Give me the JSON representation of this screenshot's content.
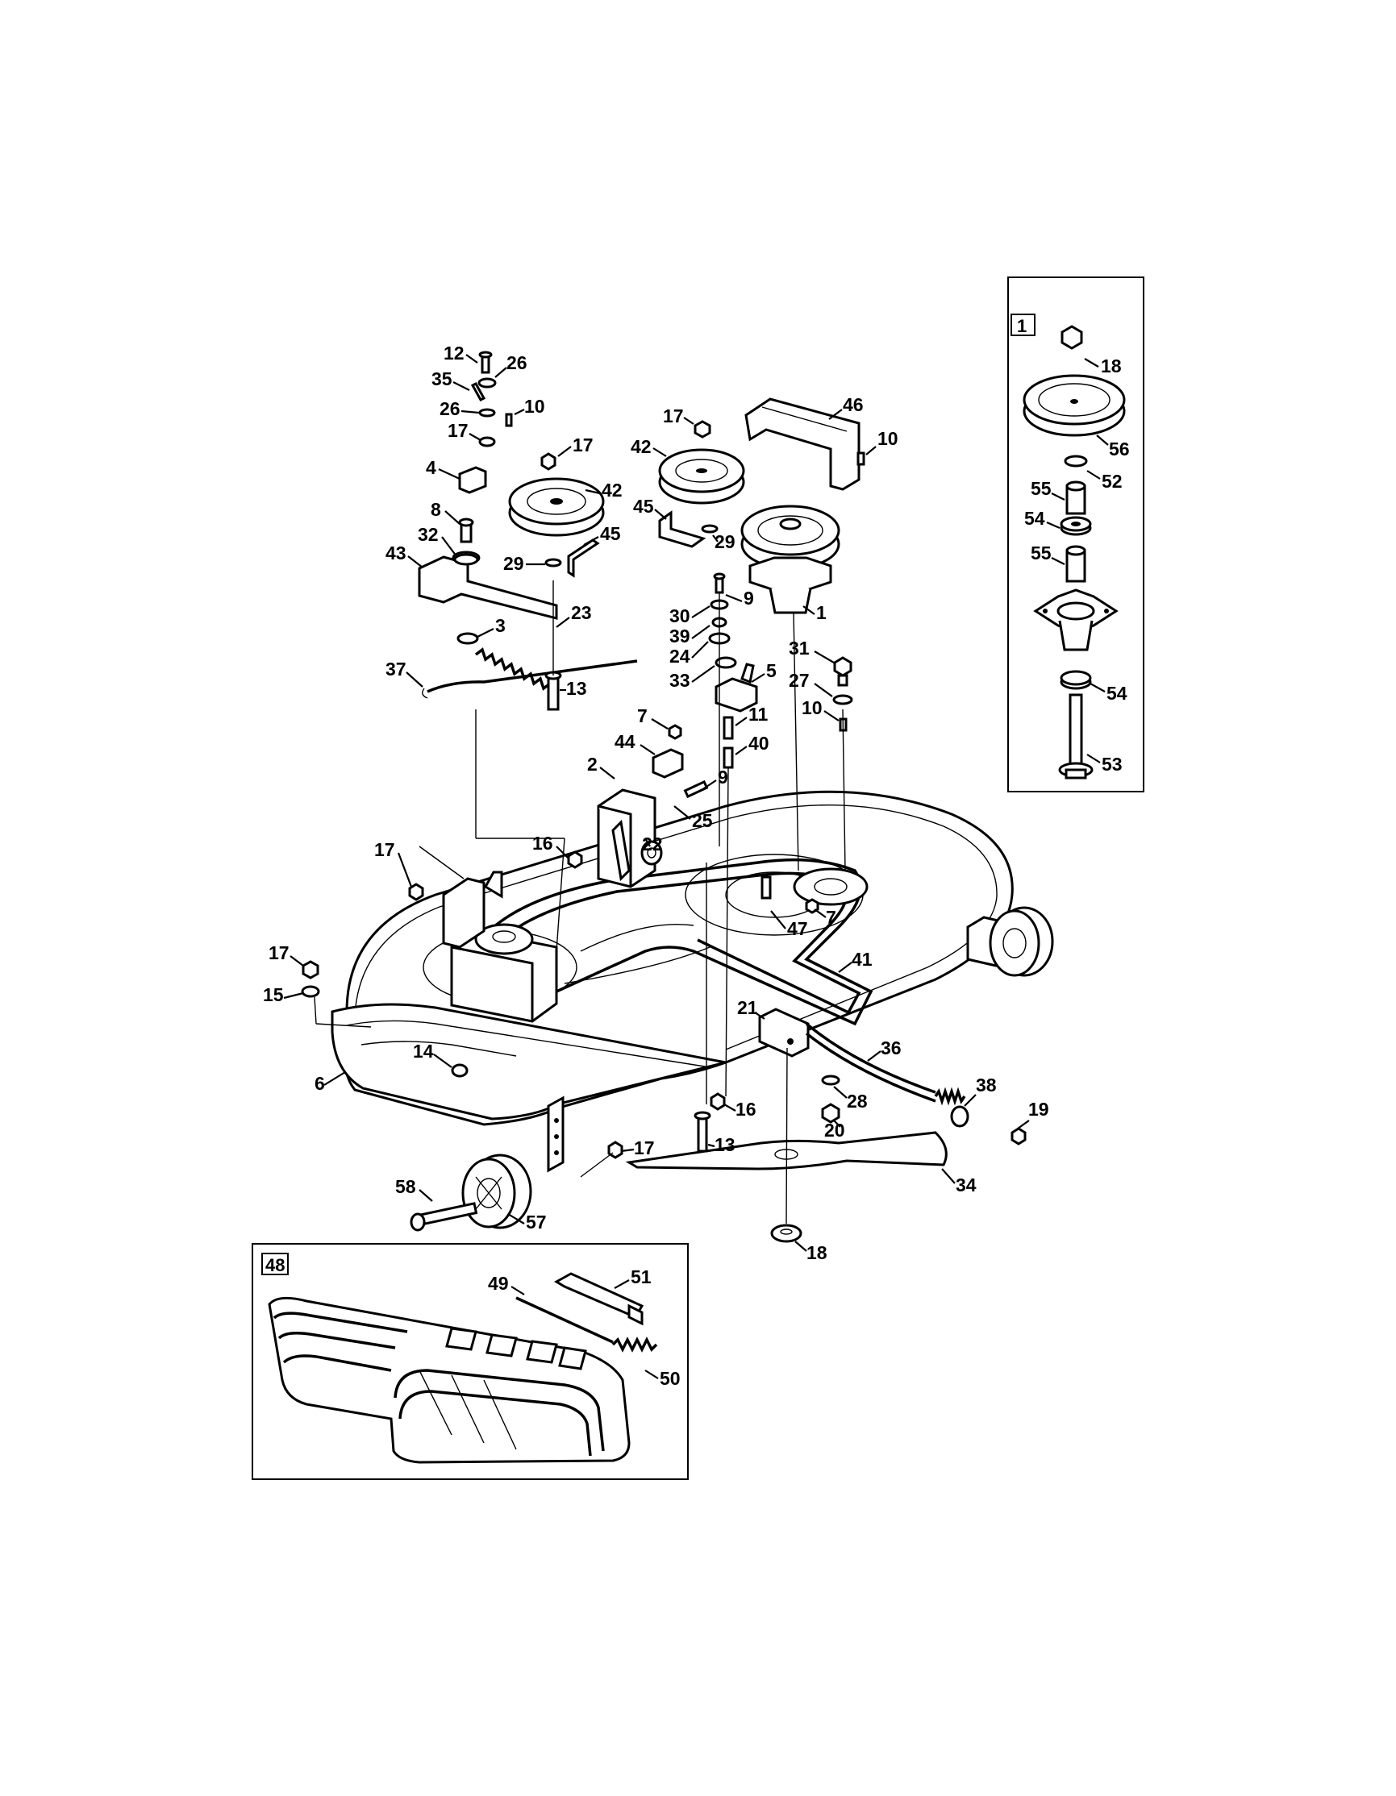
{
  "insets": [
    {
      "label": "1"
    },
    {
      "label": "48"
    }
  ],
  "callouts": [
    {
      "label": "12"
    },
    {
      "label": "26"
    },
    {
      "label": "35"
    },
    {
      "label": "26"
    },
    {
      "label": "10"
    },
    {
      "label": "17"
    },
    {
      "label": "17"
    },
    {
      "label": "4"
    },
    {
      "label": "42"
    },
    {
      "label": "8"
    },
    {
      "label": "32"
    },
    {
      "label": "43"
    },
    {
      "label": "29"
    },
    {
      "label": "45"
    },
    {
      "label": "3"
    },
    {
      "label": "23"
    },
    {
      "label": "37"
    },
    {
      "label": "13"
    },
    {
      "label": "17"
    },
    {
      "label": "46"
    },
    {
      "label": "42"
    },
    {
      "label": "10"
    },
    {
      "label": "45"
    },
    {
      "label": "29"
    },
    {
      "label": "9"
    },
    {
      "label": "1"
    },
    {
      "label": "30"
    },
    {
      "label": "39"
    },
    {
      "label": "24"
    },
    {
      "label": "33"
    },
    {
      "label": "5"
    },
    {
      "label": "31"
    },
    {
      "label": "27"
    },
    {
      "label": "10"
    },
    {
      "label": "11"
    },
    {
      "label": "7"
    },
    {
      "label": "44"
    },
    {
      "label": "40"
    },
    {
      "label": "2"
    },
    {
      "label": "9"
    },
    {
      "label": "25"
    },
    {
      "label": "16"
    },
    {
      "label": "22"
    },
    {
      "label": "17"
    },
    {
      "label": "47"
    },
    {
      "label": "7"
    },
    {
      "label": "17"
    },
    {
      "label": "15"
    },
    {
      "label": "41"
    },
    {
      "label": "21"
    },
    {
      "label": "14"
    },
    {
      "label": "6"
    },
    {
      "label": "36"
    },
    {
      "label": "28"
    },
    {
      "label": "38"
    },
    {
      "label": "19"
    },
    {
      "label": "16"
    },
    {
      "label": "20"
    },
    {
      "label": "13"
    },
    {
      "label": "17"
    },
    {
      "label": "34"
    },
    {
      "label": "58"
    },
    {
      "label": "57"
    },
    {
      "label": "18"
    },
    {
      "label": "18"
    },
    {
      "label": "56"
    },
    {
      "label": "52"
    },
    {
      "label": "55"
    },
    {
      "label": "54"
    },
    {
      "label": "55"
    },
    {
      "label": "54"
    },
    {
      "label": "53"
    },
    {
      "label": "49"
    },
    {
      "label": "51"
    },
    {
      "label": "50"
    }
  ]
}
